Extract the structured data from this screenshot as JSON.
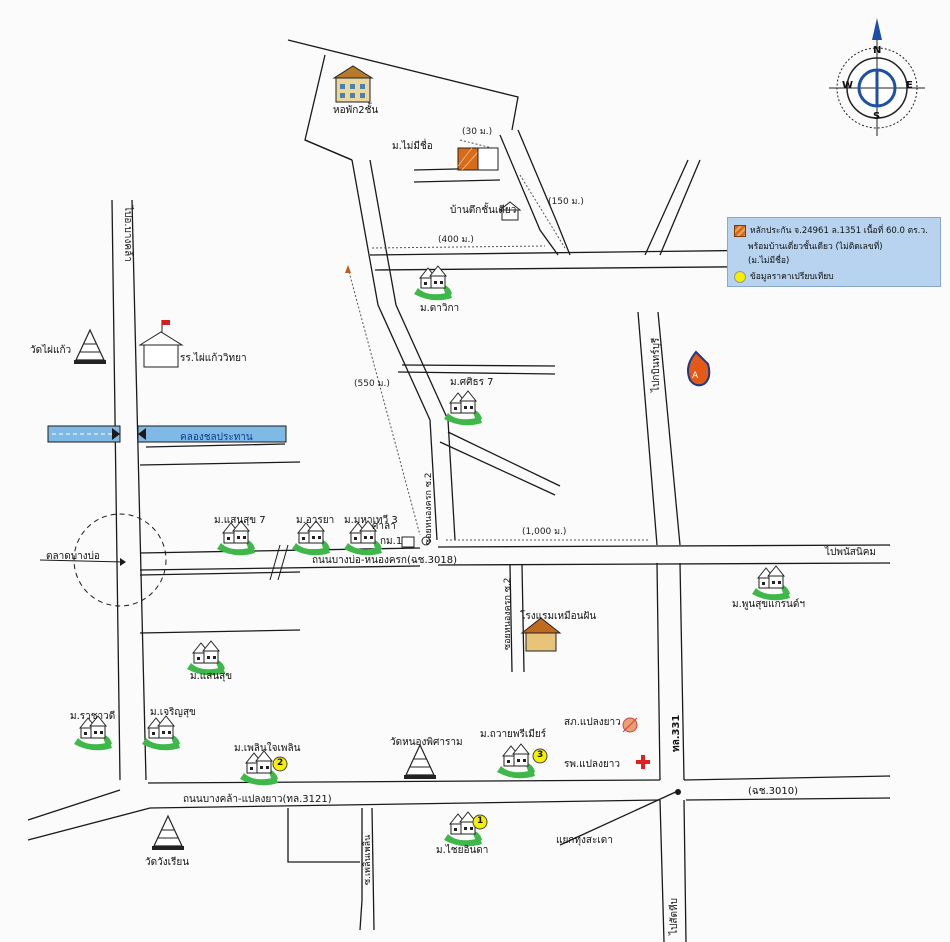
{
  "compass": {
    "n": "N",
    "e": "E",
    "s": "S",
    "w": "W"
  },
  "legend": {
    "lot_line1": "หลักประกัน จ.24961 ล.1351 เนื้อที่ 60.0 ตร.ว.",
    "lot_line2": "พร้อมบ้านเดี่ยวชั้นเดียว (ไม่ติดเลขที่)",
    "lot_line3": "(ม.ไม่มีชื่อ)",
    "compare": "ข้อมูลราคาเปรียบเทียบ"
  },
  "roads": {
    "bangbo_nongkhrok": "ถนนบางบ่อ-หนองครก(ฉช.3018)",
    "bangkla_plaengyao": "ถนนบางคล้า-แปลงยาว(ทล.3121)",
    "chch3010": "(ฉช.3010)",
    "tl331": "ทล.331",
    "to_bangkla": "ไปอ.บางคล้า",
    "to_phanat": "ไปพนัสนิคม",
    "to_sattahip": "ไปสัตหีบ",
    "to_kabinburi": "ไปกบินทร์บุรี",
    "soi_2_upper": "ซอยหนองครก ซ.2",
    "soi_2_lower": "ซอยหนองครก ซ.2",
    "soi_pleng": "ซ.เพลินเพลิน"
  },
  "canal": "คลองชลประทาน",
  "places": {
    "dorm": "หอพัก2ชั้น",
    "unnamed_village": "ม.ไม่มีชื่อ",
    "single_house": "บ้านตึกชั้นเดียว",
    "m_dawika": "ม.ดาวิกา",
    "m_sirin7": "ม.ศศิธร 7",
    "wat_phai_kaeo": "วัดไผ่แก้ว",
    "school": "รร.ไผ่แก้ววิทยา",
    "m_sansuk7": "ม.แสนสุข 7",
    "m_arya": "ม.อารยา",
    "m_mahadewi3": "ม.มหาเทวี 3",
    "sala": "ศาลา",
    "km1": "กม.1",
    "market": "ตลาดบางบ่อ",
    "m_phukhaw": "ม.พูนสุขแกรนด์ฯ",
    "hotel": "โรงแรมเหมือนฝัน",
    "m_sansuk": "ม.แสนสุข",
    "m_charoensuk": "ม.เจริญสุข",
    "m_rachawadee": "ม.ราชาวดี",
    "m_phloen": "ม.เพลินใจเพลิน",
    "wat_nong": "วัดหนองพิศาราม",
    "m_thawai": "ม.ถวายพรีเมียร์",
    "police": "สภ.แปลงยาว",
    "hospital": "รพ.แปลงยาว",
    "wat_rian": "วัดวังเรียน",
    "m_chaiyarat": "ม.ไชยอินดา",
    "junction": "แยกทุ่งสะเดา"
  },
  "distances": {
    "d30": "(30 ม.)",
    "d150": "(150 ม.)",
    "d400": "(400 ม.)",
    "d550": "(550 ม.)",
    "d1000": "(1,000 ม.)"
  },
  "markers": {
    "m1": "1",
    "m2": "2",
    "m3": "3"
  },
  "colors": {
    "road": "#1a1a1a",
    "canal": "#7fb9e6",
    "legend_bg": "#b7d3ef",
    "lot": "#d86a18",
    "compare": "#f4f000",
    "house_green": "#3fb84a",
    "hospital": "#e02020"
  }
}
